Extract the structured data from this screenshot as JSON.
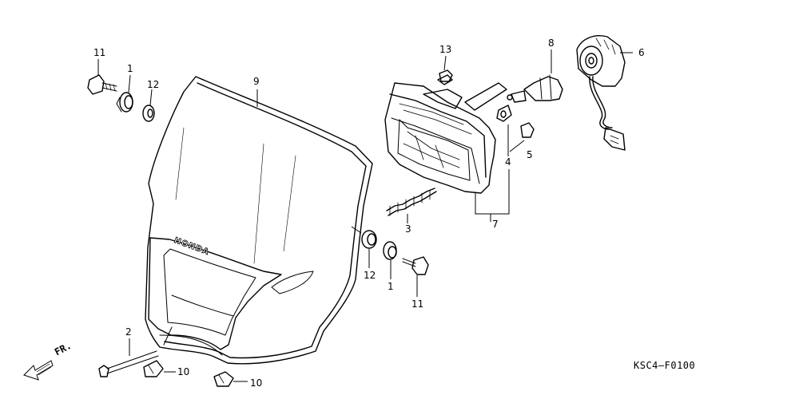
{
  "diagram": {
    "callouts": [
      {
        "id": "c11a",
        "text": "11"
      },
      {
        "id": "c1a",
        "text": "1"
      },
      {
        "id": "c12a",
        "text": "12"
      },
      {
        "id": "c9",
        "text": "9"
      },
      {
        "id": "c13",
        "text": "13"
      },
      {
        "id": "c8",
        "text": "8"
      },
      {
        "id": "c6",
        "text": "6"
      },
      {
        "id": "c5",
        "text": "5"
      },
      {
        "id": "c4",
        "text": "4"
      },
      {
        "id": "c7",
        "text": "7"
      },
      {
        "id": "c3",
        "text": "3"
      },
      {
        "id": "c12b",
        "text": "12"
      },
      {
        "id": "c1b",
        "text": "1"
      },
      {
        "id": "c11b",
        "text": "11"
      },
      {
        "id": "c2",
        "text": "2"
      },
      {
        "id": "c10a",
        "text": "10"
      },
      {
        "id": "c10b",
        "text": "10"
      }
    ],
    "front_indicator": "FR.",
    "cowl_brand": "HONDA",
    "diagram_code": "KSC4—F0100"
  }
}
